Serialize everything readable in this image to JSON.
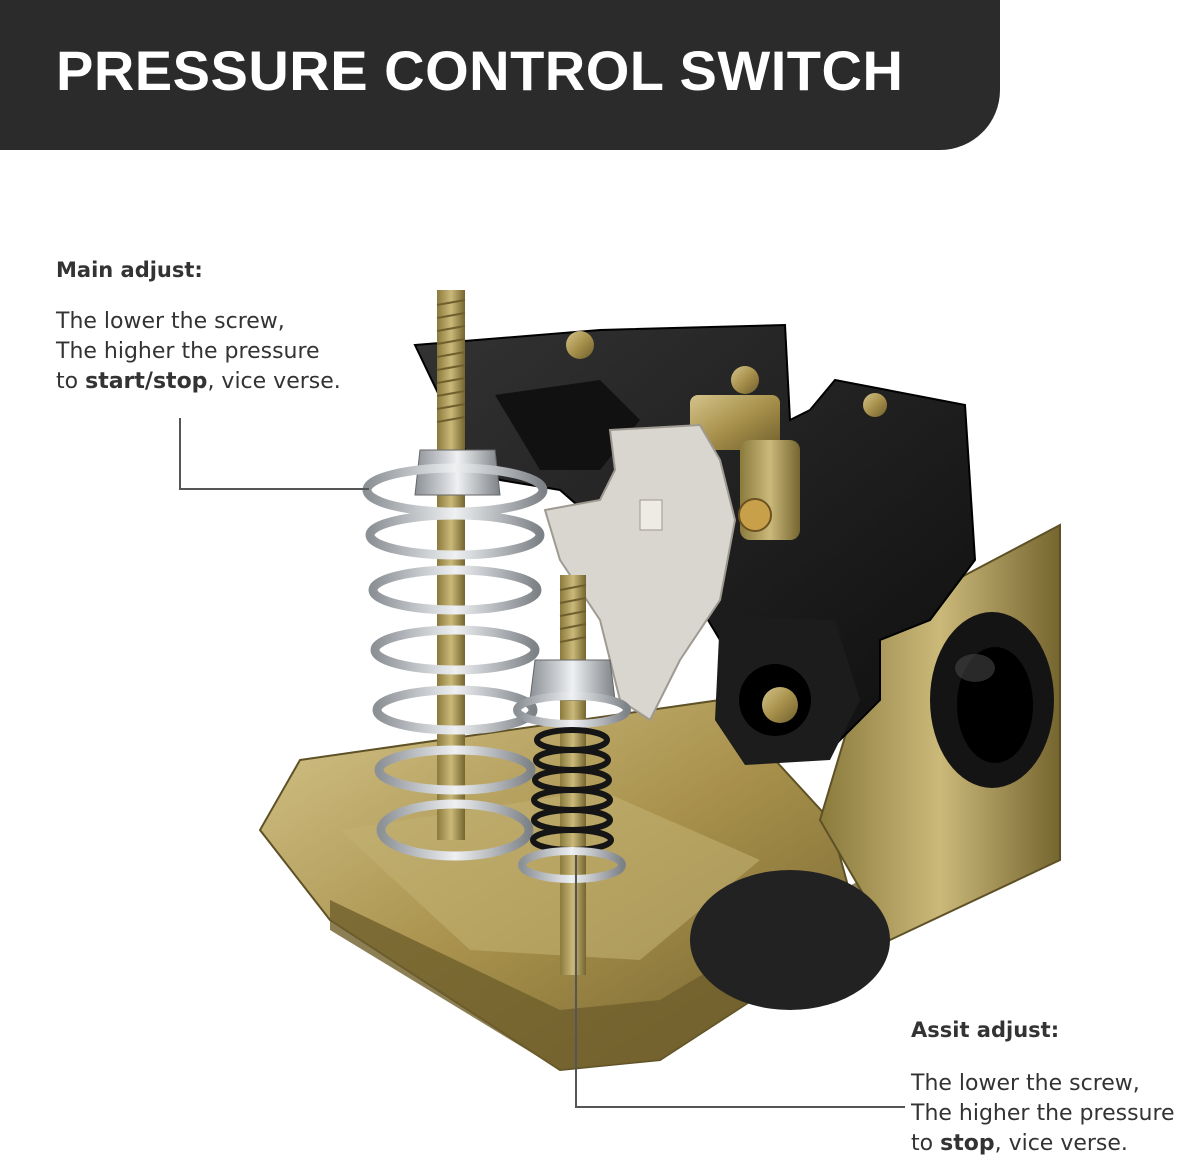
{
  "banner": {
    "title": "PRESSURE CONTROL SWITCH"
  },
  "main_adjust": {
    "heading": "Main adjust:",
    "line1": "The lower the screw,",
    "line2": "The higher the pressure",
    "line3_prefix": "to ",
    "line3_bold": "start/stop",
    "line3_suffix": ", vice verse."
  },
  "assist_adjust": {
    "heading": "Assit adjust:",
    "line1": "The lower the screw,",
    "line2": "The higher the pressure",
    "line3_prefix": "to ",
    "line3_bold": "stop",
    "line3_suffix": ", vice verse."
  },
  "colors": {
    "banner": "#2b2b2b",
    "brass": "#b8a560",
    "brass_dark": "#7d6c34",
    "black_plastic": "#1a1a1a",
    "steel": "#c8ccd0",
    "white_plastic": "#d9d6cf"
  }
}
